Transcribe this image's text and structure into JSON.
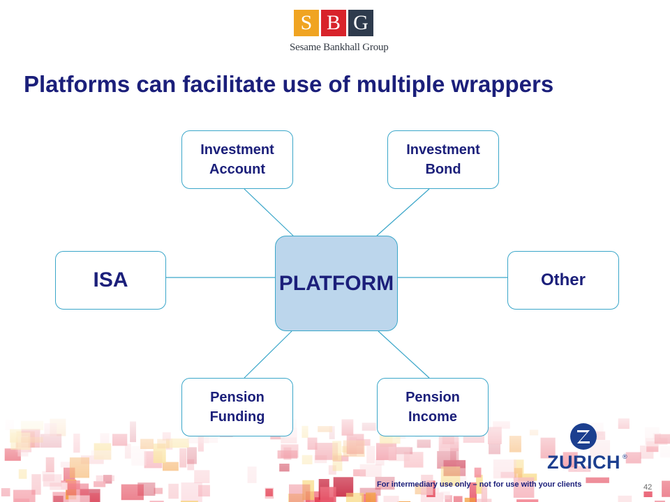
{
  "logo": {
    "letters": [
      "S",
      "B",
      "G"
    ],
    "name": "Sesame Bankhall Group"
  },
  "title": "Platforms can facilitate use of multiple wrappers",
  "diagram": {
    "center": "PLATFORM",
    "nodes": [
      {
        "id": "investment-account",
        "label": "Investment\nAccount"
      },
      {
        "id": "investment-bond",
        "label": "Investment\nBond"
      },
      {
        "id": "isa",
        "label": "ISA"
      },
      {
        "id": "other",
        "label": "Other"
      },
      {
        "id": "pension-funding",
        "label": "Pension\nFunding"
      },
      {
        "id": "pension-income",
        "label": "Pension\nIncome"
      }
    ],
    "edges": [
      [
        "investment-account",
        "platform"
      ],
      [
        "investment-bond",
        "platform"
      ],
      [
        "isa",
        "platform"
      ],
      [
        "other",
        "platform"
      ],
      [
        "pension-funding",
        "platform"
      ],
      [
        "pension-income",
        "platform"
      ]
    ]
  },
  "colors": {
    "title": "#1b1f7a",
    "node_border": "#3aa6c9",
    "platform_fill": "#bcd6ec",
    "connector": "#3aa6c9"
  },
  "footer": {
    "brand": "ZURICH",
    "disclaimer": "For intermediary use only – not for use with your clients",
    "page_number": "42"
  }
}
